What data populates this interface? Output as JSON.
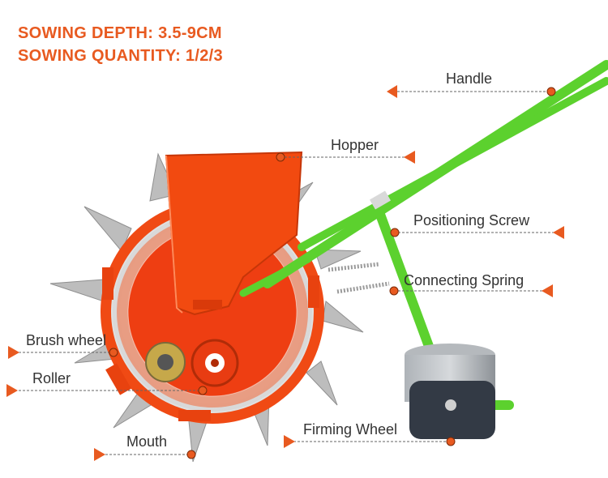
{
  "header": {
    "line1": "SOWING DEPTH: 3.5-9CM",
    "line2": "SOWING QUANTITY: 1/2/3"
  },
  "parts": {
    "handle": "Handle",
    "hopper": "Hopper",
    "positioning_screw": "Positioning Screw",
    "connecting_spring": "Connecting Spring",
    "brush_wheel": "Brush wheel",
    "roller": "Roller",
    "mouth": "Mouth",
    "firming_wheel": "Firming Wheel"
  },
  "colors": {
    "accent": "#e85a20",
    "frame_green": "#5cd12e",
    "hopper_orange": "#f24a10",
    "steel": "#b9b9b9",
    "firming_wheel": "#333a45",
    "dot": "#e85a20"
  }
}
